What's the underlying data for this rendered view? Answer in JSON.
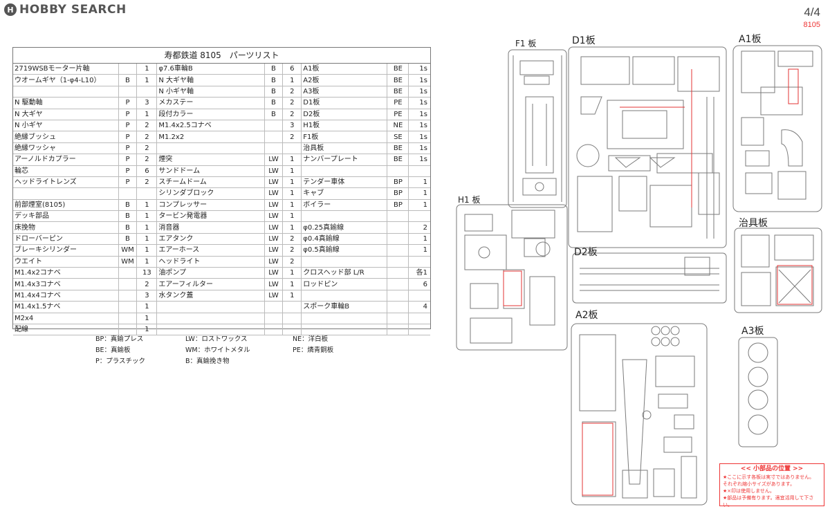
{
  "header": {
    "logo_mark": "H",
    "logo": "HOBBY SEARCH",
    "page": "4/4",
    "kit_no": "8105"
  },
  "parts_list": {
    "title": "寿都鉄道 8105　パーツリスト",
    "rows": [
      [
        "2719WSBモーター片軸",
        "",
        "1",
        "φ7.6車輪B",
        "B",
        "6",
        "A1板",
        "BE",
        "1s"
      ],
      [
        "ウオームギヤ（1-φ4-L10）",
        "B",
        "1",
        "N 大ギヤ軸",
        "B",
        "1",
        "A2板",
        "BE",
        "1s"
      ],
      [
        "",
        "",
        "",
        "N 小ギヤ軸",
        "B",
        "2",
        "A3板",
        "BE",
        "1s"
      ],
      [
        "N 駆動軸",
        "P",
        "3",
        "メカステー",
        "B",
        "2",
        "D1板",
        "PE",
        "1s"
      ],
      [
        "N 大ギヤ",
        "P",
        "1",
        "段付カラー",
        "B",
        "2",
        "D2板",
        "PE",
        "1s"
      ],
      [
        "N 小ギヤ",
        "P",
        "2",
        "M1.4x2.5コナベ",
        "",
        "3",
        "H1板",
        "NE",
        "1s"
      ],
      [
        "絶縁ブッシュ",
        "P",
        "2",
        "M1.2x2",
        "",
        "2",
        "F1板",
        "SE",
        "1s"
      ],
      [
        "絶縁ワッシャ",
        "P",
        "2",
        "",
        "",
        "",
        "治具板",
        "BE",
        "1s"
      ],
      [
        "アーノルドカプラー",
        "P",
        "2",
        "煙突",
        "LW",
        "1",
        "ナンバープレート",
        "BE",
        "1s"
      ],
      [
        "輪芯",
        "P",
        "6",
        "サンドドーム",
        "LW",
        "1",
        "",
        "",
        ""
      ],
      [
        "ヘッドライトレンズ",
        "P",
        "2",
        "スチームドーム",
        "LW",
        "1",
        "テンダー車体",
        "BP",
        "1"
      ],
      [
        "",
        "",
        "",
        "シリンダブロック",
        "LW",
        "1",
        "キャブ",
        "BP",
        "1"
      ],
      [
        "前部煙室(8105)",
        "B",
        "1",
        "コンプレッサー",
        "LW",
        "1",
        "ボイラー",
        "BP",
        "1"
      ],
      [
        "デッキ部品",
        "B",
        "1",
        "タービン発電器",
        "LW",
        "1",
        "",
        "",
        ""
      ],
      [
        "床挽物",
        "B",
        "1",
        "消音器",
        "LW",
        "1",
        "φ0.25真鍮線",
        "",
        "2"
      ],
      [
        "ドローバーピン",
        "B",
        "1",
        "エアタンク",
        "LW",
        "2",
        "φ0.4真鍮線",
        "",
        "1"
      ],
      [
        "ブレーキシリンダー",
        "WM",
        "1",
        "エアーホース",
        "LW",
        "2",
        "φ0.5真鍮線",
        "",
        "1"
      ],
      [
        "ウエイト",
        "WM",
        "1",
        "ヘッドライト",
        "LW",
        "2",
        "",
        "",
        ""
      ],
      [
        "M1.4x2コナベ",
        "",
        "13",
        "油ポンプ",
        "LW",
        "1",
        "クロスヘッド部 L/R",
        "",
        "各1"
      ],
      [
        "M1.4x3コナベ",
        "",
        "2",
        "エアーフィルター",
        "LW",
        "1",
        "ロッドピン",
        "",
        "6"
      ],
      [
        "M1.4x4コナベ",
        "",
        "3",
        "水タンク蓋",
        "LW",
        "1",
        "",
        "",
        ""
      ],
      [
        "M1.4x1.5ナベ",
        "",
        "1",
        "",
        "",
        "",
        "スポーク車輪B",
        "",
        "4"
      ],
      [
        "M2x4",
        "",
        "1",
        "",
        "",
        "",
        "",
        "",
        ""
      ],
      [
        "配線",
        "",
        "1",
        "",
        "",
        "",
        "",
        "",
        ""
      ]
    ]
  },
  "legend": [
    "BP：真鍮プレス",
    "LW：ロストワックス",
    "NE：洋白板",
    "BE：真鍮板",
    "WM：ホワイトメタル",
    "PE：燐青銅板",
    "P：プラスチック",
    "B：真鍮挽き物"
  ],
  "sheets": {
    "f1": "F1 板",
    "d1": "D1板",
    "a1": "A1板",
    "h1": "H1 板",
    "jig": "治具板",
    "d2": "D2板",
    "a2": "A2板",
    "a3": "A3板"
  },
  "note": {
    "title": "<< 小部品の位置 >>",
    "lines": [
      "★ここに示す各板は実寸ではありません。",
      "それぞれ縮小サイズがあります。",
      "★×印は使用しません。",
      "★部品は予備有ります。適宜活用して下さい。"
    ]
  },
  "colors": {
    "line": "#7a7a7a",
    "accent": "#e33333"
  }
}
